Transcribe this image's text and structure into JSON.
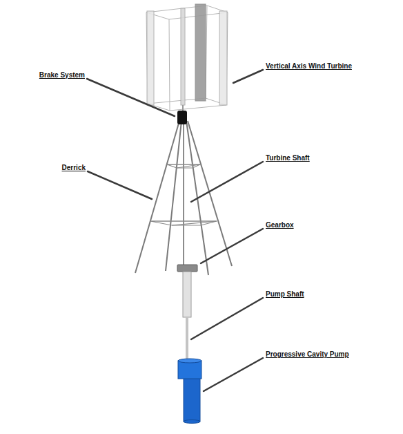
{
  "diagram": {
    "labels": [
      "Vertical Axis Wind Turbine",
      "Brake System",
      "Turbine Shaft",
      "Derrick",
      "Gearbox",
      "Pump Shaft",
      "Progressive Cavity Pump"
    ]
  }
}
